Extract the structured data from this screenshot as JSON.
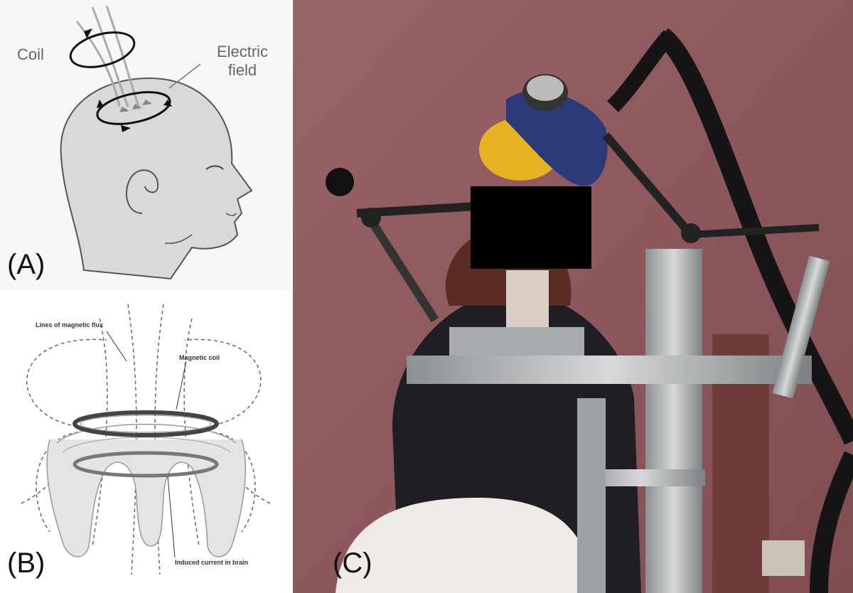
{
  "figure": {
    "panels": [
      {
        "letter": "(A)",
        "labels": {
          "coil": "Coil",
          "electric_field_line1": "Electric",
          "electric_field_line2": "field"
        }
      },
      {
        "letter": "(B)",
        "labels": {
          "flux": "Lines of magnetic flux",
          "coil": "Magnetic coil",
          "current": "Induced current in brain"
        }
      },
      {
        "letter": "(C)"
      }
    ]
  },
  "colors": {
    "head_fill": "#d9d9d9",
    "wall": "#8e5a5f",
    "redaction": "#000000",
    "coil_yellow": "#e6b422",
    "coil_blue": "#2d3a7a"
  }
}
